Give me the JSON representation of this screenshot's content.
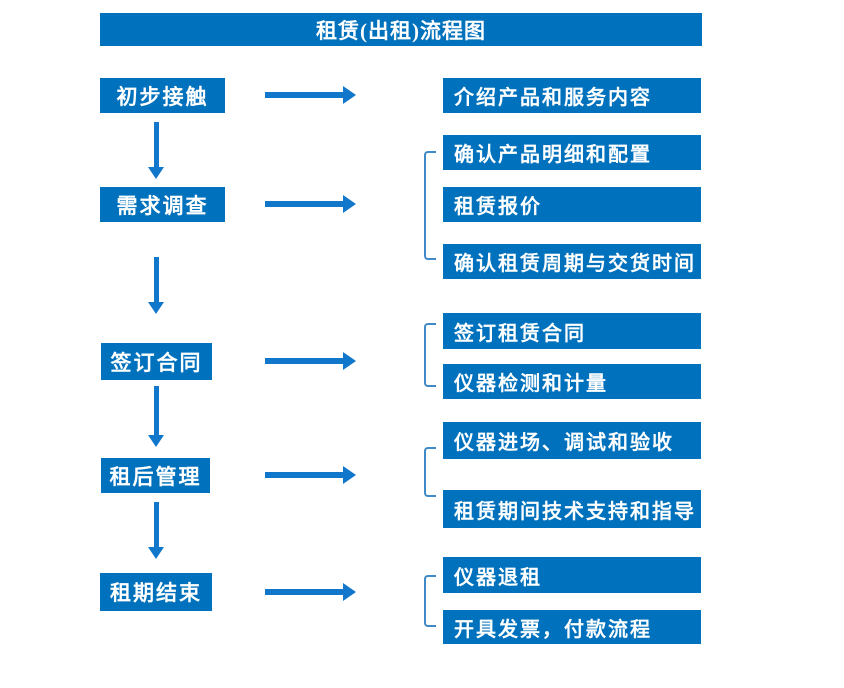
{
  "title": "租赁(出租)流程图",
  "colors": {
    "box_blue": "#0071bc",
    "arrow_blue": "#1177cb",
    "bracket_blue": "#4189c7",
    "text_white": "#ffffff",
    "background": "#ffffff"
  },
  "stages": [
    {
      "label": "初步接触",
      "details": [
        "介绍产品和服务内容"
      ]
    },
    {
      "label": "需求调查",
      "details": [
        "确认产品明细和配置",
        "租赁报价",
        "确认租赁周期与交货时间"
      ]
    },
    {
      "label": "签订合同",
      "details": [
        "签订租赁合同",
        "仪器检测和计量"
      ]
    },
    {
      "label": "租后管理",
      "details": [
        "仪器进场、调试和验收",
        "租赁期间技术支持和指导"
      ]
    },
    {
      "label": "租期结束",
      "details": [
        "仪器退租",
        "开具发票，付款流程"
      ]
    }
  ]
}
